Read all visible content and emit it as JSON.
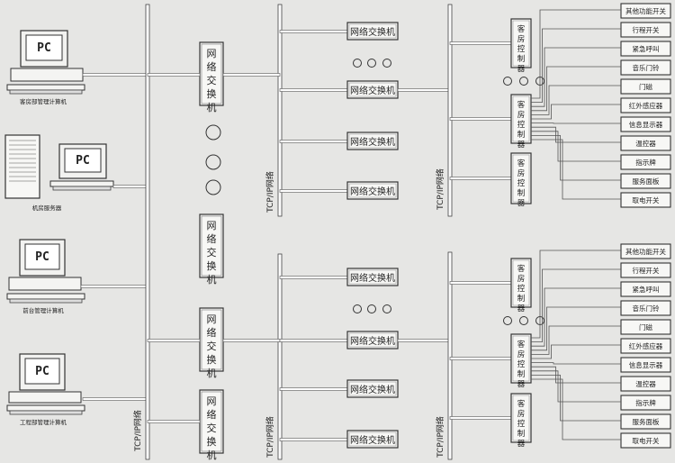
{
  "pcs": [
    {
      "screen": "PC",
      "label": "客房部管理计算机"
    },
    {
      "screen": "PC",
      "label": "机房服务器"
    },
    {
      "screen": "PC",
      "label": "前台管理计算机"
    },
    {
      "screen": "PC",
      "label": "工程部管理计算机"
    }
  ],
  "bus_label": "TCP/IP网络",
  "core_switch_label": "网络交换机",
  "switch_label": "网络交换机",
  "controller_label": "客房控制器",
  "devices": [
    "其他功能开关",
    "行程开关",
    "紧急呼叫",
    "音乐门铃",
    "门磁",
    "红外感应器",
    "信息显示器",
    "温控器",
    "指示牌",
    "服务面板",
    "取电开关"
  ]
}
